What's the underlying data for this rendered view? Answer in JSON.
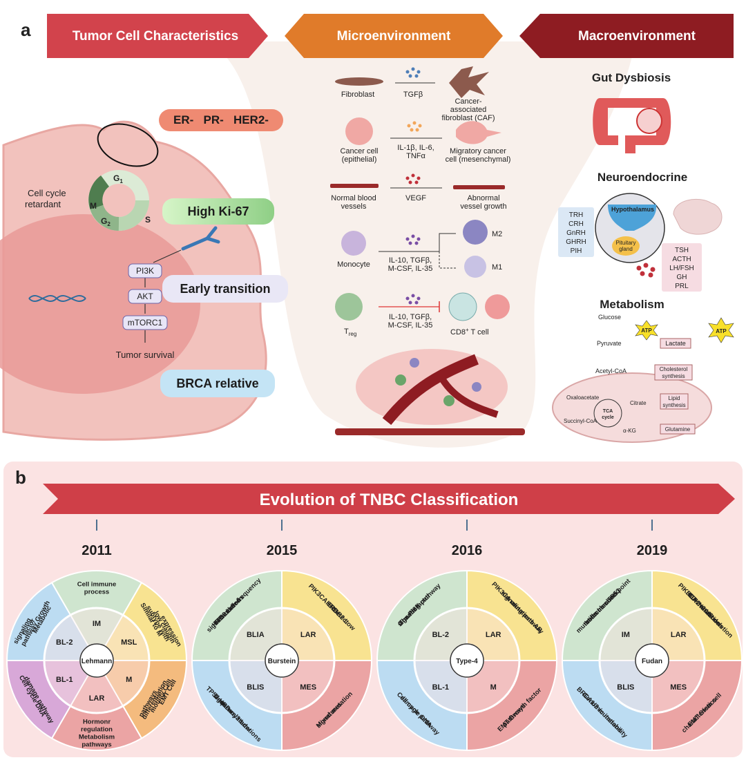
{
  "panel_a": {
    "label": "a",
    "banners": {
      "tumor": "Tumor Cell Characteristics",
      "micro": "Microenvironment",
      "macro": "Macroenvironment"
    },
    "tumor_cell": {
      "receptors": "ER-   PR-   HER2-",
      "cell_cycle": [
        "Cell cycle",
        "retardant"
      ],
      "phases": {
        "g1": "G",
        "g1_sub": "1",
        "s": "S",
        "g2": "G",
        "g2_sub": "2",
        "m": "M"
      },
      "ki67": "High Ki-67",
      "early": "Early transition",
      "brca": "BRCA relative",
      "pathway": [
        "PI3K",
        "AKT",
        "mTORC1"
      ],
      "survival": "Tumor survival"
    },
    "micro": {
      "fibroblast": "Fibroblast",
      "tgfb": "TGFβ",
      "caf": [
        "Cancer-",
        "associated",
        "fibroblast (CAF)"
      ],
      "cancer_cell": [
        "Cancer cell",
        "(epithelial)"
      ],
      "il_a": [
        "IL-1β, IL-6,",
        "TNFα"
      ],
      "migratory": [
        "Migratory cancer",
        "cell (mesenchymal)"
      ],
      "normal_vessels": [
        "Normal blood",
        "vessels"
      ],
      "vegf": "VEGF",
      "abnormal": [
        "Abnormal",
        "vessel growth"
      ],
      "monocyte": "Monocyte",
      "il_b": [
        "IL-10, TGFβ,",
        "M-CSF, IL-35"
      ],
      "m2": "M2",
      "m1": "M1",
      "treg": "T",
      "treg_sub": "reg",
      "il_c": [
        "IL-10, TGFβ,",
        "M-CSF, IL-35"
      ],
      "cd8": "CD8",
      "cd8_sup": "+",
      "cd8_rest": " T cell"
    },
    "macro": {
      "gut": "Gut Dysbiosis",
      "neuro": "Neuroendocrine",
      "hormones_left": [
        "TRH",
        "CRH",
        "GnRH",
        "GHRH",
        "PIH"
      ],
      "hypothalamus": "Hypothalamus",
      "pituitary": [
        "Pituitary",
        "gland"
      ],
      "hormones_right": [
        "TSH",
        "ACTH",
        "LH/FSH",
        "GH",
        "PRL"
      ],
      "metabolism": "Metabolism",
      "glucose": "Glucose",
      "pyruvate": "Pyruvate",
      "atp": "ATP",
      "lactate": "Lactate",
      "acetyl": "Acetyl-CoA",
      "cholesterol": [
        "Cholesterol",
        "synthesis"
      ],
      "oxaloacetate": "Oxaloacetate",
      "citrate": "Citrate",
      "lipid": [
        "Lipid",
        "synthesis"
      ],
      "tca": [
        "TCA",
        "cycle"
      ],
      "succinyl": "Succinyl-CoA",
      "akg": "α-KG",
      "glutamine": "Glutamine"
    }
  },
  "panel_b": {
    "label": "b",
    "title": "Evolution of TNBC Classification",
    "years": [
      "2011",
      "2015",
      "2016",
      "2019"
    ],
    "wheels": [
      {
        "center": "Lehmann",
        "inner": [
          "IM",
          "MSL",
          "M",
          "LAR",
          "BL-1",
          "BL-2"
        ],
        "outer": [
          "Cell immune process",
          "Similar to M subtype with low claudin expression",
          "EMT Cell motility Cell differentiation pathways",
          "Hormonr regulation Metabolism pathways",
          "Cell cycle DNA damage pathway",
          "Metabolic pathway Growth factor signaling"
        ]
      },
      {
        "center": "Burstein",
        "inner": [
          "BLIA",
          "LAR",
          "MES",
          "BLIS"
        ],
        "outer": [
          "TP53 Low frequency mutations HRD-related signarture 3",
          "PIK3CA ERBB2 Low HRDetect",
          "Mixed mutation signatures",
          "TP53 HRD-related signarure 3 Low frequency mutations"
        ]
      },
      {
        "center": "Type-4",
        "inner": [
          "BL-2",
          "LAR",
          "M",
          "BL-1"
        ],
        "outer": [
          "The PI3K pathway Growth factor signaling",
          "PIK3CA mutations AR signaling pathway",
          "EMT Growth factor pathways",
          "Cell cycle DNA damage pathway"
        ]
      },
      {
        "center": "Fudan",
        "inner": [
          "IM",
          "LAR",
          "MES",
          "BLIS"
        ],
        "outer": [
          "Immune checkpoint molecules TP53 mutation Immune cells",
          "PIK3CA mutations HER2 mutations CDKN2A/B deletion",
          "EMT Stem cell characteristics",
          "BRCA1/2 mutations Genomic instability"
        ]
      }
    ]
  },
  "colors": {
    "tumor_banner": "#d2434c",
    "micro_banner": "#e07b2a",
    "macro_banner": "#8e1c22",
    "panel_b_bg": "#fbe3e3",
    "timeline": "#cf3f48",
    "green": "#cfe5cf",
    "yellow": "#f8e391",
    "red": "#eba4a4",
    "blue": "#bcdcf2",
    "orange": "#f4bb7e",
    "purple": "#d8a8d8"
  }
}
